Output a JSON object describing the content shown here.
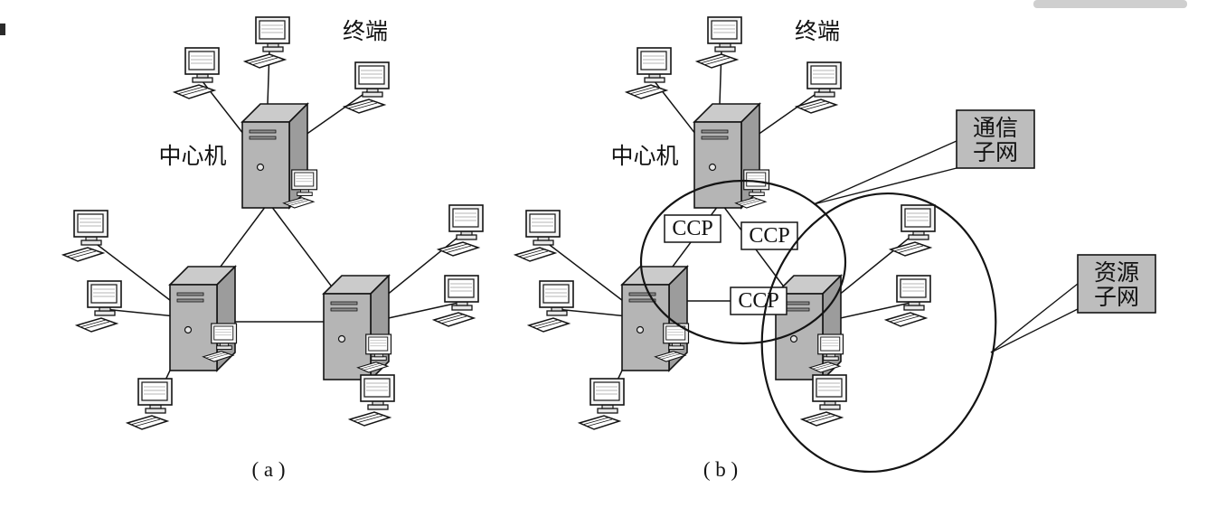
{
  "page": {
    "background": "#ffffff"
  },
  "figure_a": {
    "caption": "( a )",
    "central_machine_label": "中心机",
    "terminal_label": "终端"
  },
  "figure_b": {
    "caption": "( b )",
    "central_machine_label": "中心机",
    "terminal_label": "终端",
    "ccp_boxes": [
      {
        "label": "CCP"
      },
      {
        "label": "CCP"
      },
      {
        "label": "CCP"
      }
    ],
    "communication_subnet_callout": {
      "line1": "通信",
      "line2": "子网"
    },
    "resource_subnet_callout": {
      "line1": "资源",
      "line2": "子网"
    }
  },
  "colors": {
    "tower_front": "#b5b5b5",
    "tower_top": "#cbcbcb",
    "tower_side": "#9c9c9c",
    "callout_fill": "#bdbdbd",
    "outline": "#141414"
  }
}
